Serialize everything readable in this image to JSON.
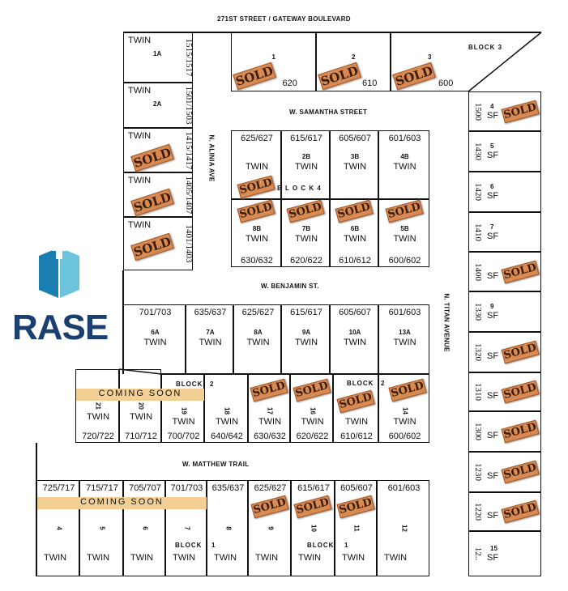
{
  "streets": {
    "top": "271ST STREET / GATEWAY BOULEVARD",
    "samantha": "W. SAMANTHA STREET",
    "alinia": "N. ALINIA AVE",
    "benjamin": "W. BENJAMIN ST.",
    "titan": "N. TITAN AVENUE",
    "matthew": "W. MATTHEW TRAIL"
  },
  "blocks": {
    "b3": "BLOCK  3",
    "b4": "B L O C K     4",
    "b2a": "BLOCK",
    "b2a_n": "2",
    "b2b": "BLOCK",
    "b2b_n": "2",
    "b1a": "BLOCK",
    "b1a_n": "1",
    "b1b": "BLOCK",
    "b1b_n": "1"
  },
  "coming_soon": "COMING   SOON",
  "stamp": "SOLD",
  "logo": "RASE",
  "colors": {
    "sold": "#d88a52",
    "coming_soon": "#f3cf94",
    "logo": "#1b3f6e"
  },
  "lots": {
    "left_column": [
      {
        "lot": "1A",
        "type": "TWIN",
        "address": "1515/1517",
        "sold": false
      },
      {
        "lot": "2A",
        "type": "TWIN",
        "address": "1501/1503",
        "sold": false
      },
      {
        "lot": "",
        "type": "TWIN",
        "address": "1415/1417",
        "sold": true
      },
      {
        "lot": "",
        "type": "TWIN",
        "address": "1405/1407",
        "sold": true
      },
      {
        "lot": "",
        "type": "TWIN",
        "address": "1401/1403",
        "sold": true
      }
    ],
    "top_row": [
      {
        "lot": "1",
        "type": "",
        "address": "620",
        "sold": true
      },
      {
        "lot": "2",
        "type": "",
        "address": "610",
        "sold": true
      },
      {
        "lot": "3",
        "type": "",
        "address": "600",
        "sold": true
      }
    ],
    "right_column": [
      {
        "lot": "4",
        "type": "SF",
        "address": "1500",
        "sold": true
      },
      {
        "lot": "5",
        "type": "SF",
        "address": "1430",
        "sold": false
      },
      {
        "lot": "6",
        "type": "SF",
        "address": "1420",
        "sold": false
      },
      {
        "lot": "7",
        "type": "SF",
        "address": "1410",
        "sold": false
      },
      {
        "lot": "",
        "type": "SF",
        "address": "1400",
        "sold": true
      },
      {
        "lot": "9",
        "type": "SF",
        "address": "1330",
        "sold": false
      },
      {
        "lot": "",
        "type": "SF",
        "address": "1320",
        "sold": true
      },
      {
        "lot": "",
        "type": "SF",
        "address": "1310",
        "sold": true
      },
      {
        "lot": "",
        "type": "SF",
        "address": "1300",
        "sold": true
      },
      {
        "lot": "",
        "type": "SF",
        "address": "1230",
        "sold": true
      },
      {
        "lot": "",
        "type": "SF",
        "address": "1220",
        "sold": true
      },
      {
        "lot": "15",
        "type": "SF",
        "address": "12..",
        "sold": false
      }
    ],
    "block4_top": [
      {
        "lot": "",
        "type": "TWIN",
        "address": "625/627",
        "sold": true
      },
      {
        "lot": "2B",
        "type": "TWIN",
        "address": "615/617",
        "sold": false
      },
      {
        "lot": "3B",
        "type": "TWIN",
        "address": "605/607",
        "sold": false
      },
      {
        "lot": "4B",
        "type": "TWIN",
        "address": "601/603",
        "sold": false
      }
    ],
    "block4_bottom": [
      {
        "lot": "8B",
        "type": "TWIN",
        "address": "630/632",
        "sold": true
      },
      {
        "lot": "7B",
        "type": "TWIN",
        "address": "620/622",
        "sold": true
      },
      {
        "lot": "6B",
        "type": "TWIN",
        "address": "610/612",
        "sold": true
      },
      {
        "lot": "5B",
        "type": "TWIN",
        "address": "600/602",
        "sold": true
      }
    ],
    "row_a": [
      {
        "lot": "6A",
        "type": "TWIN",
        "address": "701/703",
        "sold": false
      },
      {
        "lot": "7A",
        "type": "TWIN",
        "address": "635/637",
        "sold": false
      },
      {
        "lot": "8A",
        "type": "TWIN",
        "address": "625/627",
        "sold": false
      },
      {
        "lot": "9A",
        "type": "TWIN",
        "address": "615/617",
        "sold": false
      },
      {
        "lot": "10A",
        "type": "TWIN",
        "address": "605/607",
        "sold": false
      },
      {
        "lot": "13A",
        "type": "TWIN",
        "address": "601/603",
        "sold": false
      }
    ],
    "block2_row": [
      {
        "lot": "21",
        "type": "TWIN",
        "address": "720/722",
        "sold": false
      },
      {
        "lot": "20",
        "type": "TWIN",
        "address": "710/712",
        "sold": false
      },
      {
        "lot": "19",
        "type": "TWIN",
        "address": "700/702",
        "sold": false
      },
      {
        "lot": "18",
        "type": "TWIN",
        "address": "640/642",
        "sold": false
      },
      {
        "lot": "17",
        "type": "TWIN",
        "address": "630/632",
        "sold": true
      },
      {
        "lot": "16",
        "type": "TWIN",
        "address": "620/622",
        "sold": true
      },
      {
        "lot": "",
        "type": "TWIN",
        "address": "610/612",
        "sold": true
      },
      {
        "lot": "14",
        "type": "TWIN",
        "address": "600/602",
        "sold": true
      }
    ],
    "bottom_row": [
      {
        "lot": "4",
        "type": "TWIN",
        "address": "725/717",
        "sold": false
      },
      {
        "lot": "5",
        "type": "TWIN",
        "address": "715/717",
        "sold": false
      },
      {
        "lot": "6",
        "type": "TWIN",
        "address": "705/707",
        "sold": false
      },
      {
        "lot": "7",
        "type": "TWIN",
        "address": "701/703",
        "sold": false
      },
      {
        "lot": "8",
        "type": "TWIN",
        "address": "635/637",
        "sold": false
      },
      {
        "lot": "9",
        "type": "TWIN",
        "address": "625/627",
        "sold": true
      },
      {
        "lot": "10",
        "type": "TWIN",
        "address": "615/617",
        "sold": true
      },
      {
        "lot": "11",
        "type": "TWIN",
        "address": "605/607",
        "sold": true
      },
      {
        "lot": "12",
        "type": "TWIN",
        "address": "601/603",
        "sold": false
      }
    ]
  }
}
